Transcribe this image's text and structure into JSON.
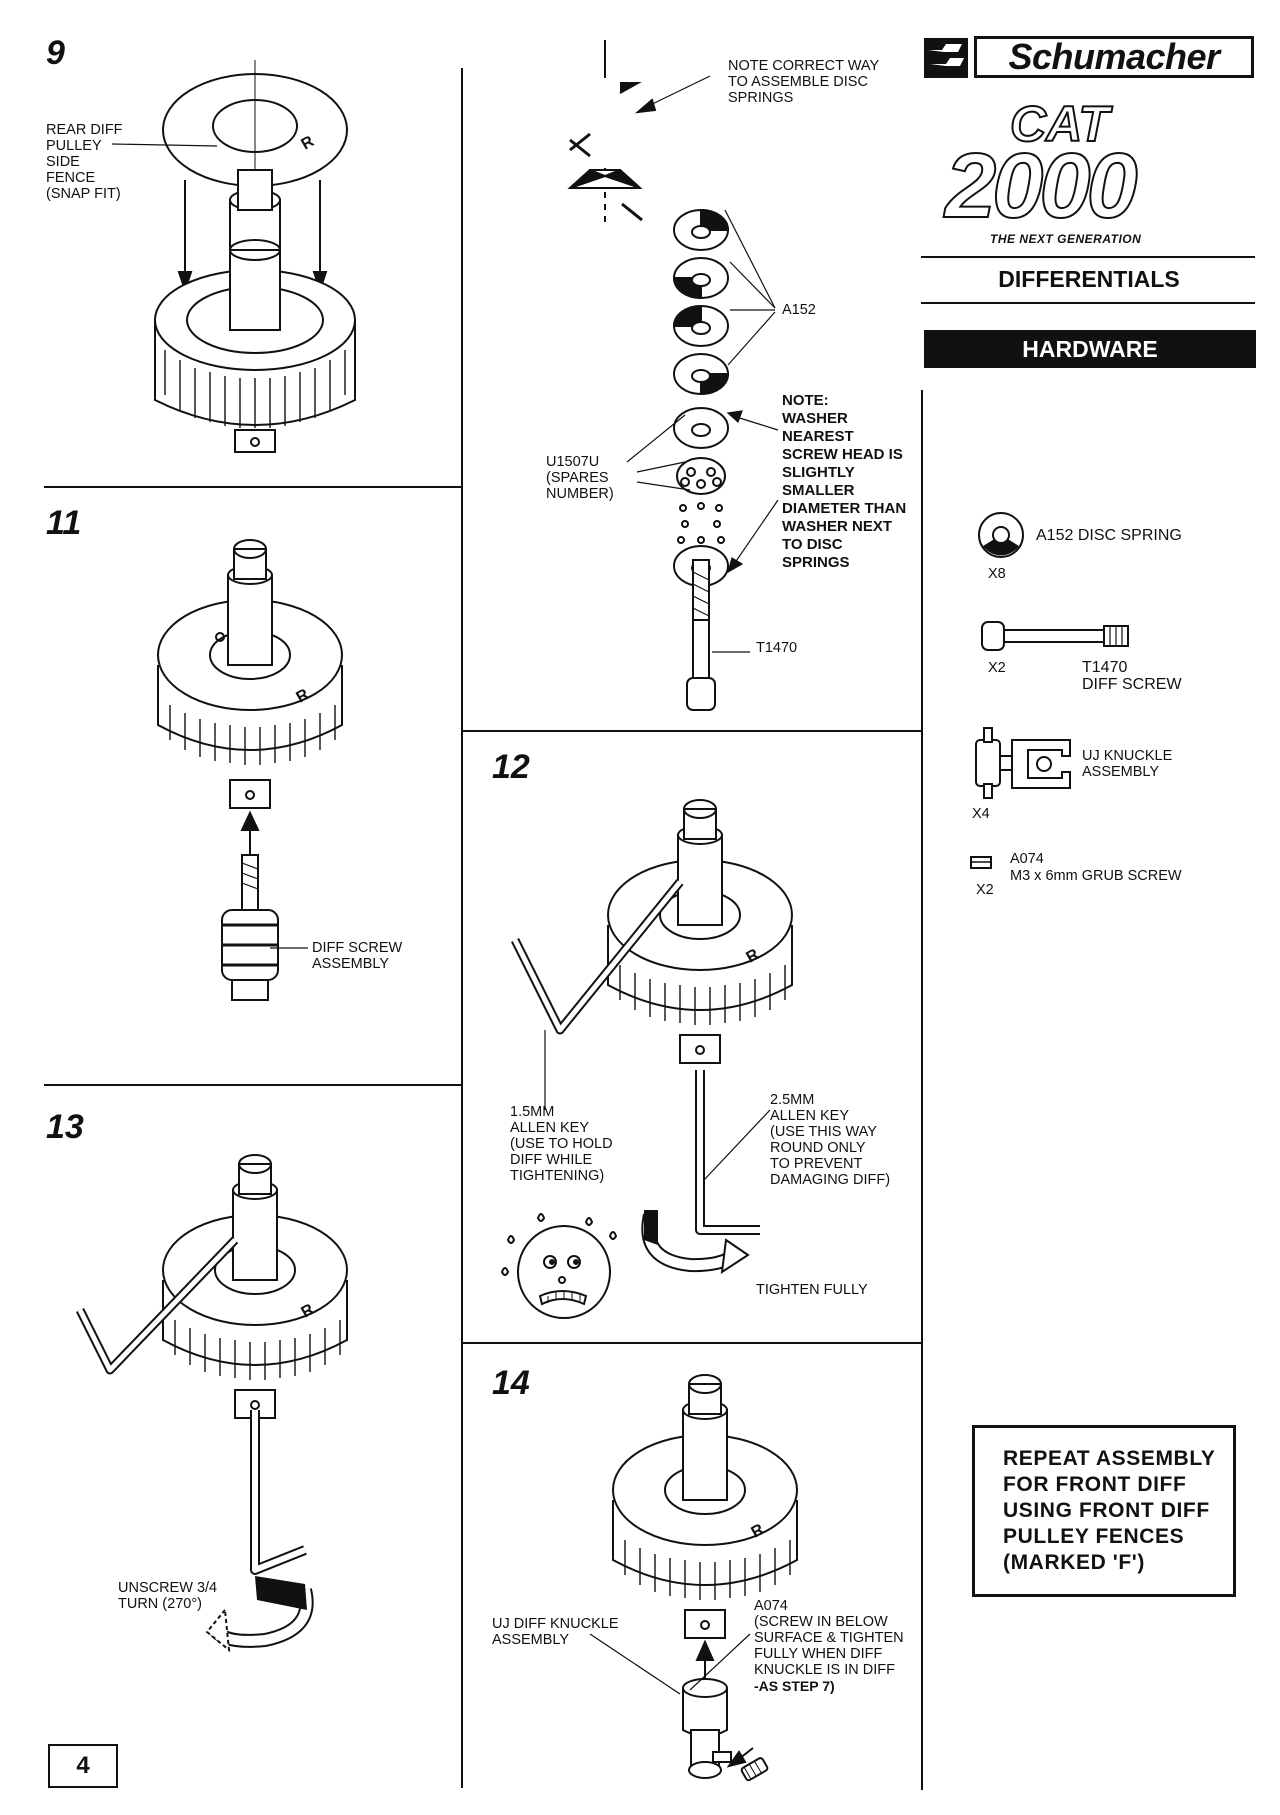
{
  "brand": {
    "name": "Schumacher",
    "product_word": "CAT",
    "product_year": "2000",
    "tagline": "THE NEXT GENERATION"
  },
  "section": {
    "title": "DIFFERENTIALS",
    "subtitle": "HARDWARE"
  },
  "steps": {
    "s9": {
      "number": "9",
      "label": "REAR DIFF\nPULLEY\nSIDE\nFENCE\n(SNAP FIT)"
    },
    "s10": {
      "note_assembly": "NOTE CORRECT WAY\nTO ASSEMBLE DISC\nSPRINGS",
      "part_a152": "A152",
      "part_u1507u": "U1507U\n(SPARES\nNUMBER)",
      "note_washer": "NOTE:\nWASHER\nNEAREST\nSCREW HEAD IS\nSLIGHTLY\nSMALLER\nDIAMETER THAN\nWASHER NEXT\nTO DISC\nSPRINGS",
      "part_t1470": "T1470"
    },
    "s11": {
      "number": "11",
      "label": "DIFF SCREW\nASSEMBLY"
    },
    "s12": {
      "number": "12",
      "key_small": "1.5mm\nALLEN KEY\n(USE TO HOLD\nDIFF WHILE\nTIGHTENING)",
      "key_large": "2.5mm\nALLEN KEY\n(USE THIS WAY\nROUND ONLY\nTO PREVENT\nDAMAGING DIFF)",
      "action": "TIGHTEN FULLY"
    },
    "s13": {
      "number": "13",
      "action": "UNSCREW 3/4\nTURN (270°)"
    },
    "s14": {
      "number": "14",
      "label_knuckle": "UJ DIFF KNUCKLE\nASSEMBLY",
      "label_a074": "A074\n(SCREW IN BELOW\nSURFACE & TIGHTEN\nFULLY WHEN DIFF\nKNUCKLE IS IN DIFF",
      "label_a074_bold": "-AS STEP 7)"
    }
  },
  "hardware": {
    "disc_spring": {
      "label": "A152 DISC SPRING",
      "qty": "X8"
    },
    "diff_screw": {
      "code": "T1470",
      "name": "DIFF SCREW",
      "qty": "X2"
    },
    "uj_knuckle": {
      "label": "UJ KNUCKLE\nASSEMBLY",
      "qty": "X4"
    },
    "grub_screw": {
      "code": "A074",
      "name": "M3 x 6mm GRUB SCREW",
      "qty": "X2"
    }
  },
  "repeat_note": "REPEAT ASSEMBLY\nFOR FRONT DIFF\nUSING FRONT DIFF\nPULLEY FENCES\n(MARKED 'F')",
  "page_number": "4",
  "icons": [
    "pulley-diagram",
    "disc-spring-stack",
    "allen-key",
    "rotation-arrow",
    "worried-face-icon"
  ]
}
